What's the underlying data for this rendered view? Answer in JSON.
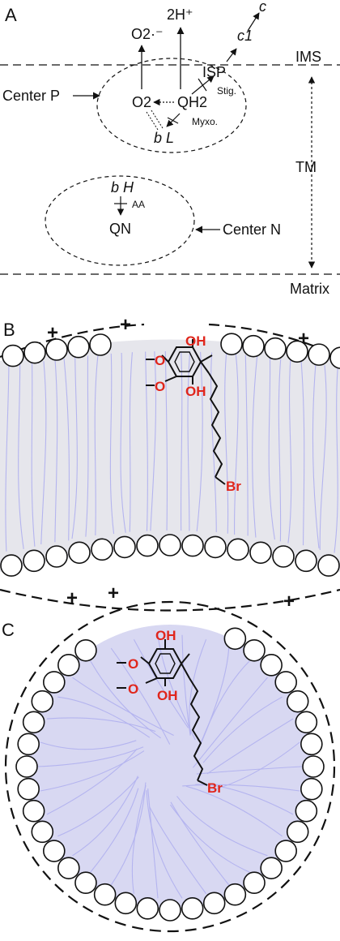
{
  "panels": {
    "a": {
      "letter": "A",
      "o2_superoxide": "O2·⁻",
      "protons": "2H⁺",
      "cyt_c": "c",
      "cyt_c1": "c1",
      "isp": "ISP",
      "ims": "IMS",
      "center_p": "Center P",
      "o2": "O2",
      "qh2": "QH2",
      "stig": "Stig.",
      "myxo": "Myxo.",
      "bl": "b L",
      "tm": "TM",
      "bh": "b H",
      "aa": "AA",
      "qn": "QN",
      "center_n": "Center N",
      "matrix": "Matrix"
    },
    "b": {
      "letter": "B",
      "oh_top": "OH",
      "oh_bottom": "OH",
      "bromine": "Br"
    },
    "c": {
      "letter": "C",
      "oh_top": "OH",
      "oh_bottom": "OH",
      "bromine": "Br"
    }
  },
  "colors": {
    "ink": "#111111",
    "lipid_tail": "#b4b4ef",
    "bilayer_fill": "#e6e6ec",
    "micelle_fill": "#d8d8f2",
    "label_red": "#e0261c"
  }
}
